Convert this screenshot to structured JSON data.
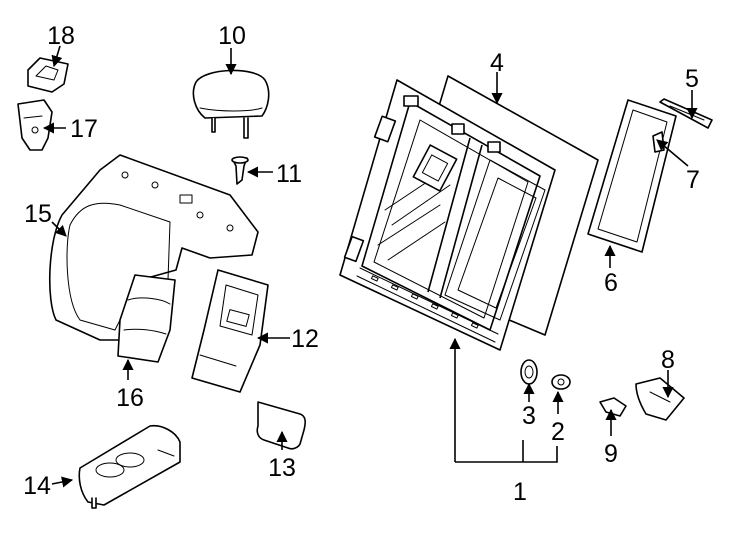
{
  "diagram": {
    "colors": {
      "line": "#000000",
      "background": "#ffffff"
    },
    "callouts": {
      "c1": "1",
      "c2": "2",
      "c3": "3",
      "c4": "4",
      "c5": "5",
      "c6": "6",
      "c7": "7",
      "c8": "8",
      "c9": "9",
      "c10": "10",
      "c11": "11",
      "c12": "12",
      "c13": "13",
      "c14": "14",
      "c15": "15",
      "c16": "16",
      "c17": "17",
      "c18": "18"
    }
  }
}
